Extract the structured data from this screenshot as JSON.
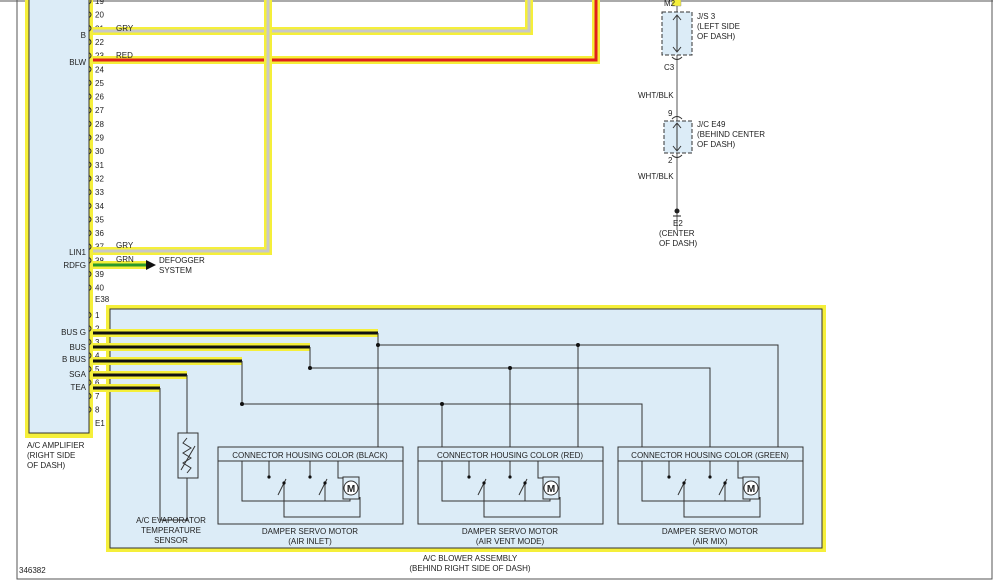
{
  "colors": {
    "highlight": "#f5ef3a",
    "highlight_edge": "#e6d800",
    "fill": "#dcecf7",
    "red_wire": "#e0201c",
    "gray_wire": "#c8c8c8",
    "green_wire": "#2a9a2a",
    "black_wire": "#111111",
    "line": "#333333"
  },
  "amplifier": {
    "name": "A/C AMPLIFIER",
    "location_line1": "(RIGHT SIDE",
    "location_line2": "OF DASH)"
  },
  "pins_upper": [
    "19",
    "20",
    "21",
    "22",
    "23",
    "24",
    "25",
    "26",
    "27",
    "28",
    "29",
    "30",
    "31",
    "32",
    "33",
    "34",
    "35",
    "36",
    "37",
    "38",
    "39",
    "40"
  ],
  "connector_upper": "E38",
  "pins_lower": [
    "1",
    "2",
    "3",
    "4",
    "5",
    "6",
    "7",
    "8"
  ],
  "connector_lower": "E1",
  "signals": {
    "b": "B",
    "blw": "BLW",
    "lin1": "LIN1",
    "rdfg": "RDFG",
    "busg": "BUS G",
    "bus": "BUS",
    "bbus": "B BUS",
    "sga": "SGA",
    "tea": "TEA"
  },
  "wire_colors": {
    "pin21": "GRY",
    "pin23": "RED",
    "pin37": "GRY",
    "pin38": "GRN"
  },
  "defogger": {
    "line1": "DEFOGGER",
    "line2": "SYSTEM"
  },
  "ground_path": {
    "top_label": "M2",
    "js3_name": "J/S 3",
    "js3_loc1": "(LEFT SIDE",
    "js3_loc2": "OF DASH)",
    "c3": "C3",
    "wire1": "WHT/BLK",
    "pin9": "9",
    "jc_name": "J/C E49",
    "jc_loc1": "(BEHIND CENTER",
    "jc_loc2": "OF DASH)",
    "pin2": "2",
    "wire2": "WHT/BLK",
    "e2": "E2",
    "e2_loc1": "(CENTER",
    "e2_loc2": "OF DASH)"
  },
  "blower": {
    "name": "A/C BLOWER ASSEMBLY",
    "location": "(BEHIND RIGHT SIDE OF DASH)"
  },
  "sensor": {
    "line1": "A/C EVAPORATOR",
    "line2": "TEMPERATURE",
    "line3": "SENSOR"
  },
  "motors": [
    {
      "housing": "CONNECTOR HOUSING COLOR (BLACK)",
      "name": "DAMPER SERVO MOTOR",
      "sub": "(AIR INLET)",
      "symbol": "M"
    },
    {
      "housing": "CONNECTOR HOUSING COLOR (RED)",
      "name": "DAMPER SERVO MOTOR",
      "sub": "(AIR VENT MODE)",
      "symbol": "M"
    },
    {
      "housing": "CONNECTOR HOUSING COLOR (GREEN)",
      "name": "DAMPER SERVO MOTOR",
      "sub": "(AIR MIX)",
      "symbol": "M"
    }
  ],
  "figure_id": "346382"
}
